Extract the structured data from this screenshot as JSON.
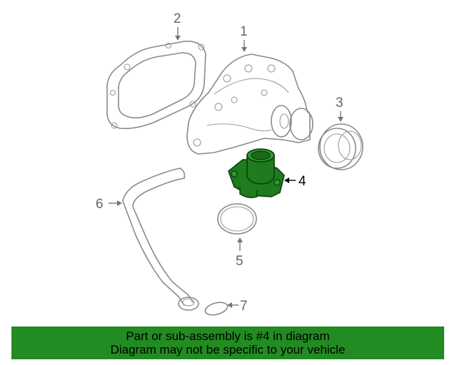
{
  "diagram": {
    "callouts": {
      "c1": "1",
      "c2": "2",
      "c3": "3",
      "c4": "4",
      "c5": "5",
      "c6": "6",
      "c7": "7"
    },
    "highlighted_part": "4",
    "highlight_color": "#1e7b1e"
  },
  "banner": {
    "line1": "Part or sub-assembly is #4 in diagram",
    "line2": "Diagram may not be specific to your vehicle",
    "background_color": "#228b22"
  }
}
